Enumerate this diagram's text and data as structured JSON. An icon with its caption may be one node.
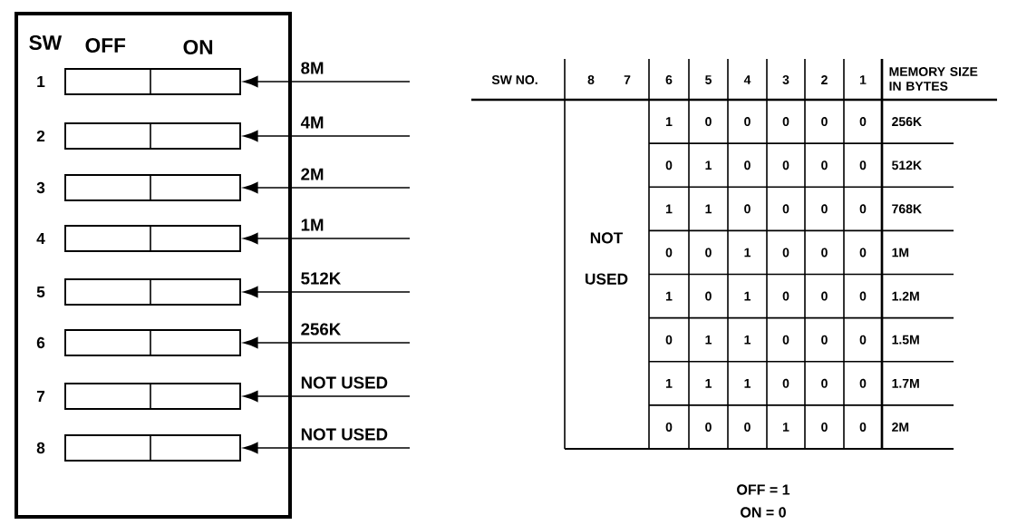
{
  "diagram": {
    "nodes": [
      {
        "text": [
          "SW",
          "OFF",
          "ON"
        ]
      },
      {
        "text": [
          "1"
        ],
        "in": 0
      },
      {
        "text": [
          "2"
        ],
        "in": 0
      },
      {
        "text": [
          "3"
        ],
        "in": 0
      },
      {
        "text": [
          "4"
        ],
        "in": 0
      },
      {
        "text": [
          "5"
        ],
        "in": 0
      },
      {
        "text": [
          "6"
        ],
        "in": 0
      },
      {
        "text": [
          "7"
        ],
        "in": 0
      },
      {
        "text": [
          "8"
        ],
        "in": 0
      }
    ],
    "edges": [
      {
        "from": null,
        "to": 1,
        "arrow": "to",
        "label": "8M"
      },
      {
        "from": null,
        "to": 2,
        "arrow": "to",
        "label": "4M"
      },
      {
        "from": null,
        "to": 3,
        "arrow": "to",
        "label": "2M"
      },
      {
        "from": null,
        "to": 4,
        "arrow": "to",
        "label": "1M"
      },
      {
        "from": null,
        "to": 5,
        "arrow": "to",
        "label": "512K"
      },
      {
        "from": null,
        "to": 6,
        "arrow": "to",
        "label": "256K"
      },
      {
        "from": null,
        "to": 7,
        "arrow": "to",
        "label": "NOT USED"
      },
      {
        "from": null,
        "to": 8,
        "arrow": "to",
        "label": "NOT USED"
      }
    ],
    "labels": [
      "SW NO.",
      "8",
      "7",
      "6",
      "5",
      "4",
      "3",
      "2",
      "1",
      "MEMORY SIZE IN BYTES",
      "NOT USED",
      "1",
      "0",
      "0",
      "0",
      "0",
      "0",
      "256K",
      "0",
      "1",
      "0",
      "0",
      "0",
      "0",
      "512K",
      "1",
      "1",
      "0",
      "0",
      "0",
      "0",
      "768K",
      "0",
      "0",
      "1",
      "0",
      "0",
      "0",
      "1M",
      "1",
      "0",
      "1",
      "0",
      "0",
      "0",
      "1.2M",
      "0",
      "1",
      "1",
      "0",
      "0",
      "0",
      "1.5M",
      "1",
      "1",
      "1",
      "0",
      "0",
      "0",
      "1.7M",
      "0",
      "0",
      "0",
      "1",
      "0",
      "0",
      "2M",
      "OFF = 1",
      "ON = 0"
    ]
  }
}
